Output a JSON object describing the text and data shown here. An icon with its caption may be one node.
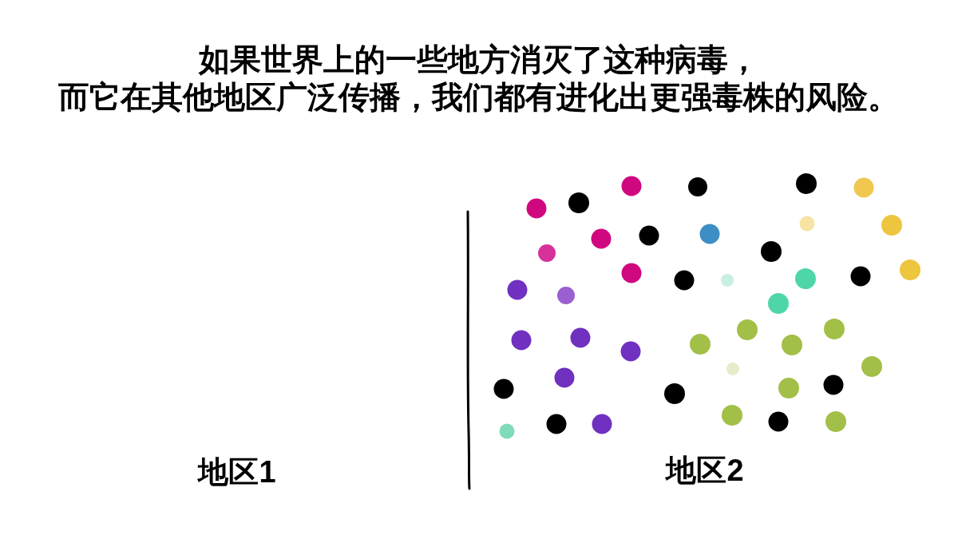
{
  "diagram": {
    "title": "如果世界上的一些地方消灭了这种病毒，而它在其他地区广泛传播，我们都有进化出更强毒株的风险。",
    "labels": [
      "地区1",
      "地区2"
    ]
  }
}
